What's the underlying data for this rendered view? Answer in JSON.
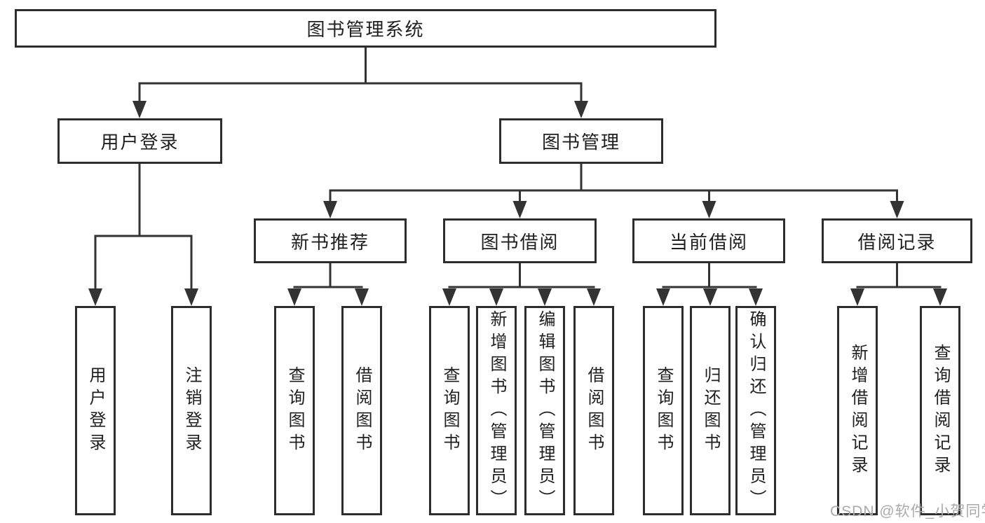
{
  "diagram": {
    "root": {
      "label": "图书管理系统"
    },
    "login": {
      "label": "用户登录",
      "children": [
        {
          "label": "用户登录"
        },
        {
          "label": "注销登录"
        }
      ]
    },
    "management": {
      "label": "图书管理",
      "modules": [
        {
          "label": "新书推荐",
          "children": [
            {
              "label": "查询图书"
            },
            {
              "label": "借阅图书"
            }
          ]
        },
        {
          "label": "图书借阅",
          "children": [
            {
              "label": "查询图书"
            },
            {
              "label": "新增图书（管理员）"
            },
            {
              "label": "编辑图书（管理员）"
            },
            {
              "label": "借阅图书"
            }
          ]
        },
        {
          "label": "当前借阅",
          "children": [
            {
              "label": "查询图书"
            },
            {
              "label": "归还图书"
            },
            {
              "label": "确认归还（管理员）"
            }
          ]
        },
        {
          "label": "借阅记录",
          "children": [
            {
              "label": "新增借阅记录"
            },
            {
              "label": "查询借阅记录"
            }
          ]
        }
      ]
    },
    "watermark": "CSDN @软件_小贺同学",
    "colors": {
      "line": "#333333",
      "box_border": "#2d2d2d",
      "text": "#1f1f1f",
      "watermark": "#aaaaaa",
      "background": "#ffffff"
    }
  }
}
